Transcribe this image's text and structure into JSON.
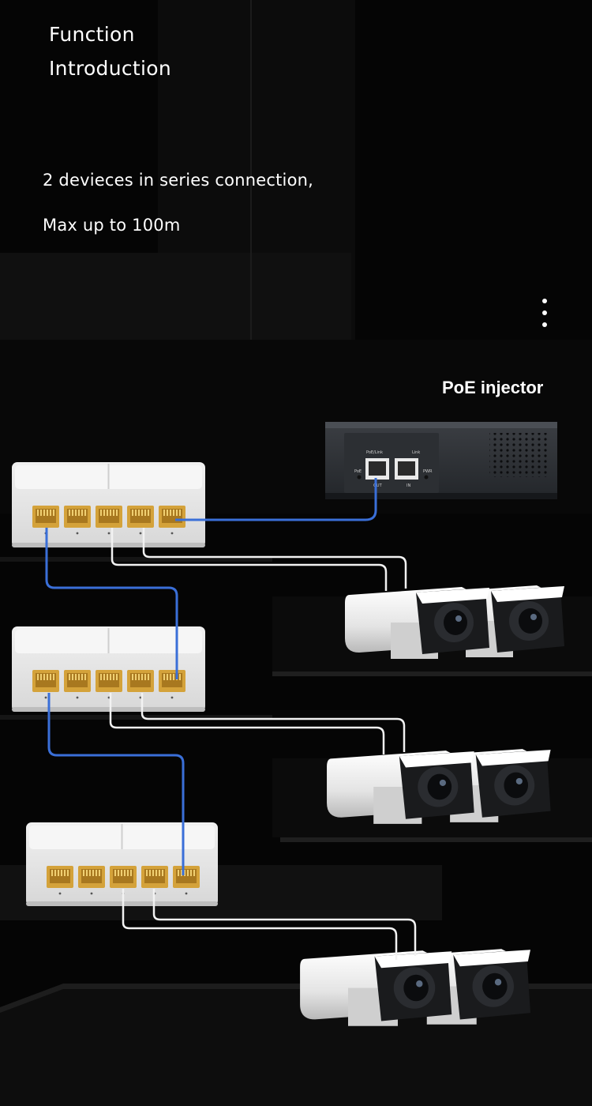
{
  "heading": {
    "line1": "Function",
    "line2": "Introduction"
  },
  "description": {
    "line1": "2 devieces in series connection,",
    "line2": "Max up to 100m"
  },
  "injector": {
    "label": "PoE injector",
    "port_labels": {
      "poe_link": "PoE/Link",
      "link": "Link",
      "poe": "PoE",
      "pwr": "PWR",
      "out": "OUT",
      "in": "IN"
    }
  },
  "switches": [
    {
      "ports": 5
    },
    {
      "ports": 5
    },
    {
      "ports": 5
    }
  ],
  "cameras": [
    {
      "count": 2
    },
    {
      "count": 2
    },
    {
      "count": 2
    }
  ],
  "colors": {
    "background": "#050505",
    "cable_blue": "#3a6fd8",
    "cable_white": "#f2f2f2",
    "port_gold": "#d4a23a",
    "device_white": "#e6e6e6"
  },
  "icons": {
    "menu": "more-vertical-icon"
  }
}
